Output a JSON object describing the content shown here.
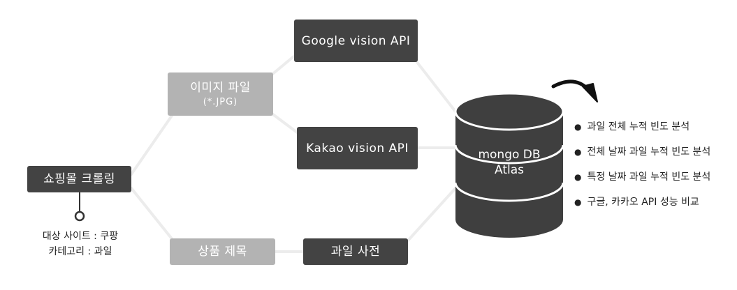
{
  "nodes": {
    "crawl": {
      "label": "쇼핑몰 크롤링"
    },
    "image": {
      "label": "이미지 파일",
      "sub": "(*.JPG)"
    },
    "google": {
      "label": "Google vision API"
    },
    "kakao": {
      "label": "Kakao vision API"
    },
    "product": {
      "label": "상품 제목"
    },
    "dict": {
      "label": "과일 사전"
    }
  },
  "site_info": {
    "line1": "대상 사이트 : 쿠팡",
    "line2": "카테고리 : 과일"
  },
  "database": {
    "line1": "mongo DB",
    "line2": "Atlas"
  },
  "analysis": [
    "과일 전체 누적 빈도 분석",
    "전체 날짜 과일 누적 빈도 분석",
    "특정 날짜 과일 누적 빈도 분석",
    "구글, 카카오 API 성능 비교"
  ],
  "colors": {
    "dark_box": "#434343",
    "light_box": "#b3b3b3",
    "connector": "#ececec",
    "database": "#3f3f3f"
  }
}
